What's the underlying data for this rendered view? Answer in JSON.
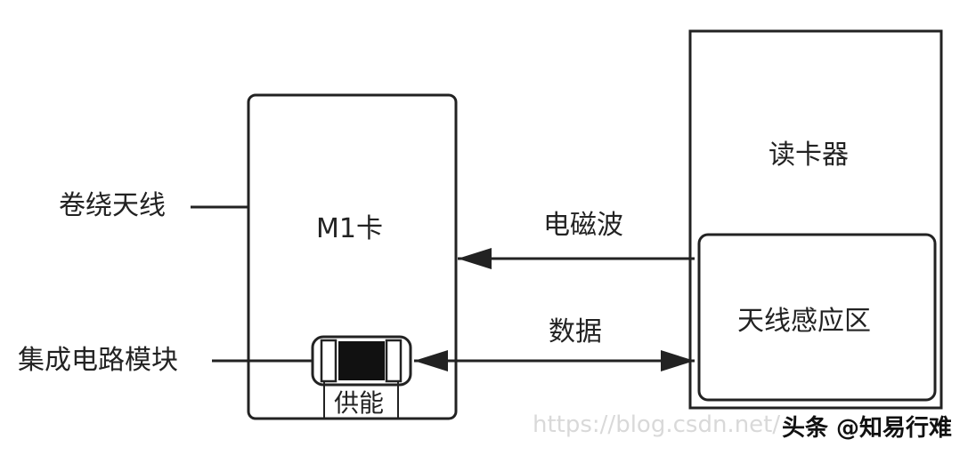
{
  "labels": {
    "coil_antenna": "卷绕天线",
    "ic_module": "集成电路模块",
    "card": "M1卡",
    "reader": "读卡器",
    "antenna_zone": "天线感应区",
    "em_wave": "电磁波",
    "data": "数据",
    "power": "供能"
  },
  "watermark": {
    "url": "https://blog.csdn.net/",
    "brand": "头条 @知易行难"
  }
}
